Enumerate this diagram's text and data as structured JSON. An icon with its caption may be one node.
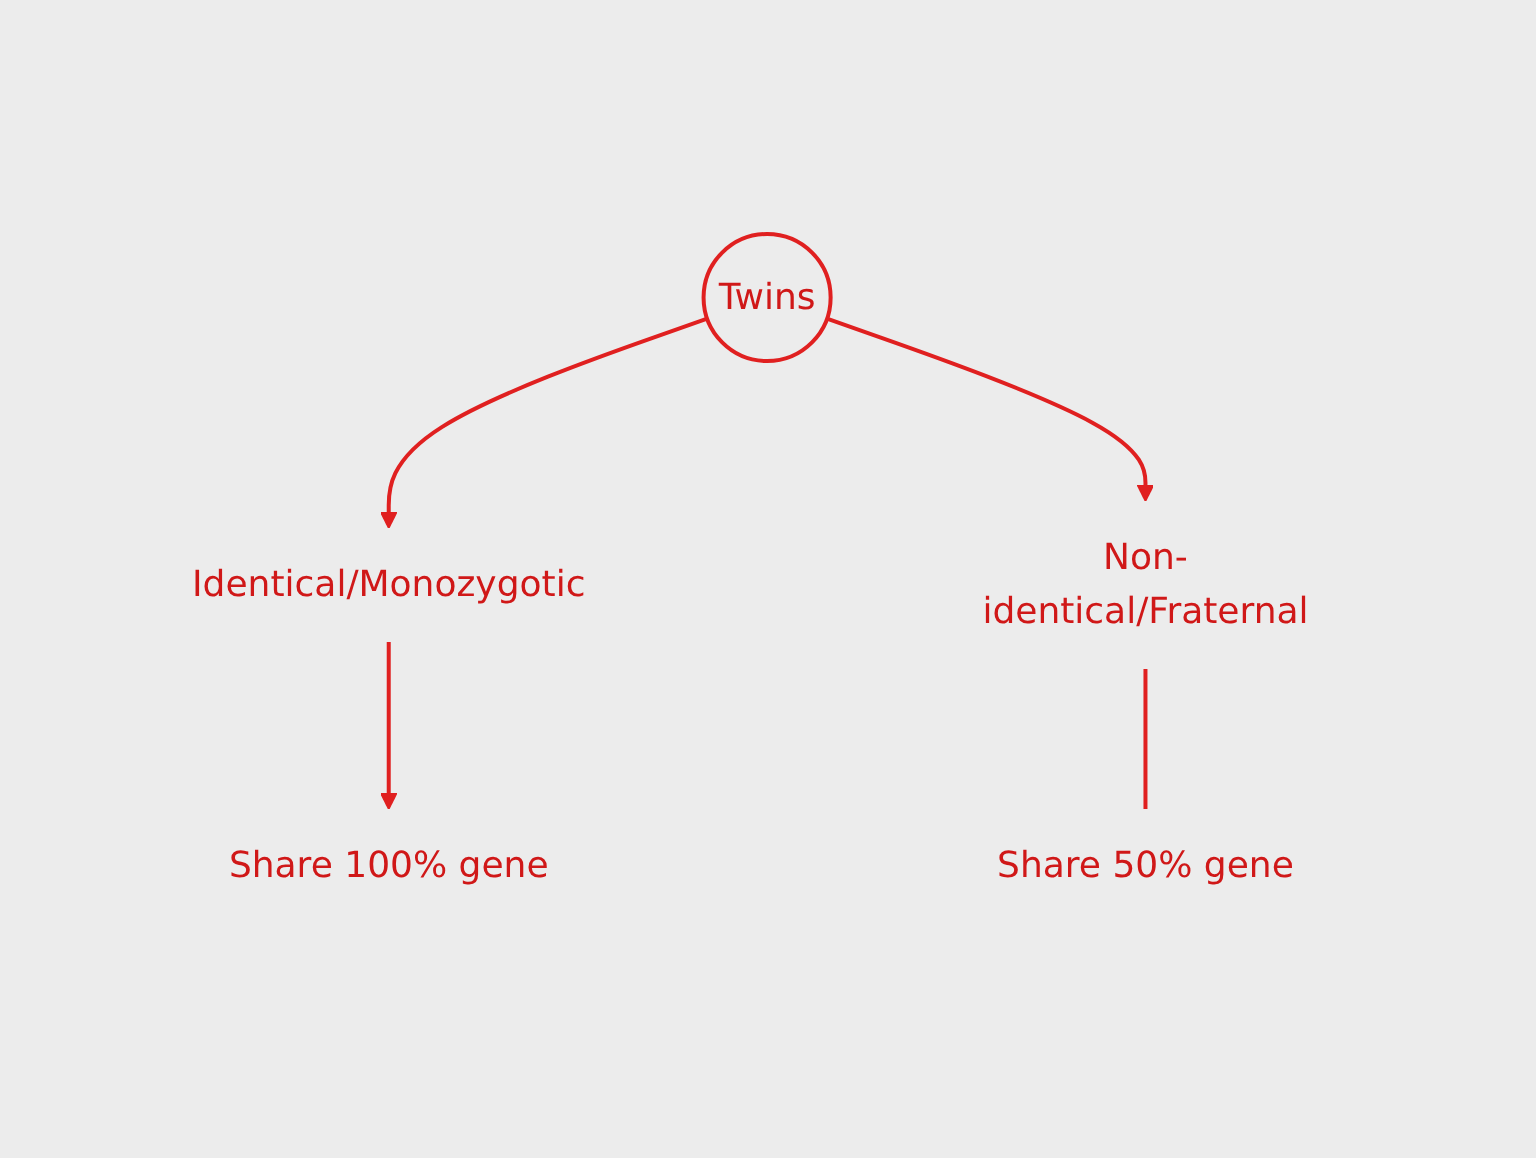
{
  "diagram": {
    "nodes": [
      {
        "text": [
          "Twins"
        ]
      },
      {
        "text": [
          "Identical/Monozygotic"
        ]
      },
      {
        "text": [
          "Non-identical/Fraternal"
        ]
      },
      {
        "text": [
          "Share 100% gene"
        ]
      },
      {
        "text": [
          "Share 50% gene"
        ]
      }
    ],
    "edges": [
      {
        "from": 0,
        "to": 1,
        "arrow": "to"
      },
      {
        "from": 0,
        "to": 2,
        "arrow": "to"
      },
      {
        "from": 1,
        "to": 3,
        "arrow": "to"
      },
      {
        "from": 2,
        "to": 4,
        "arrow": "none"
      }
    ]
  }
}
